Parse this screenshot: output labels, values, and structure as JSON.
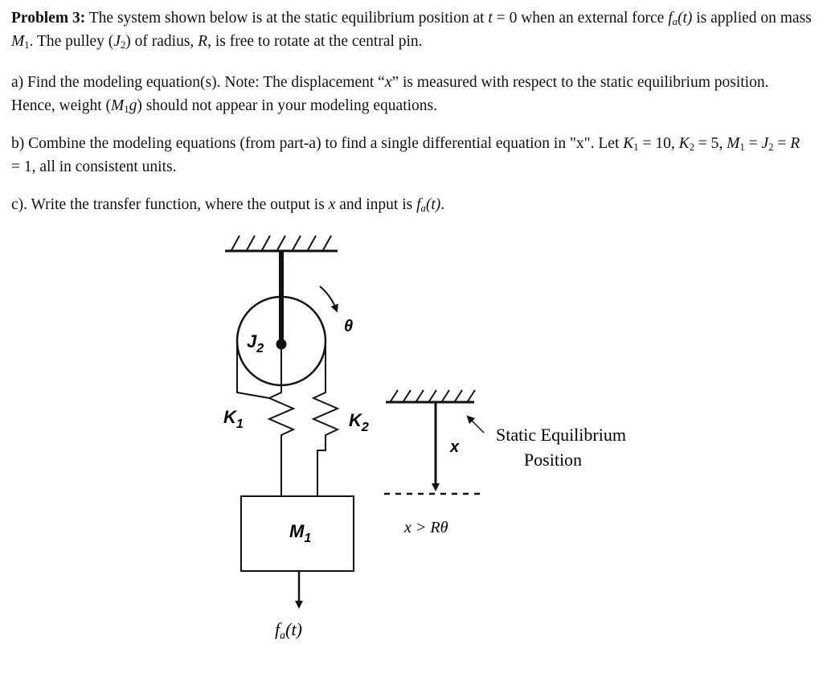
{
  "problem": {
    "title": "Problem 3:",
    "intro_1": " The system shown below is at the static equilibrium position at ",
    "t_var": "t",
    "intro_2": " = 0 when an external force ",
    "force_f": "f",
    "force_sub": "a",
    "force_arg": "(t)",
    "intro_3": " is applied on mass ",
    "mass_M": "M",
    "mass_sub": "1",
    "intro_4": ". The pulley (",
    "pulley_J": "J",
    "pulley_sub": "2",
    "intro_5": ") of radius, ",
    "radius_R": "R",
    "intro_6": ", is free to rotate at the central pin."
  },
  "part_a": {
    "text_1": "a) Find the modeling equation(s). Note: The displacement “",
    "x_var": "x",
    "text_2": "” is measured with respect to the static equilibrium position. Hence, weight (",
    "mass_M": "M",
    "mass_sub": "1",
    "g_var": "g",
    "text_3": ") should not appear in your modeling equations."
  },
  "part_b": {
    "text_1": "b) Combine the modeling equations (from part-a) to find a single differential equation in \"x\". Let ",
    "K1": "K",
    "K1_sub": "1",
    "text_2": " = 10, ",
    "K2": "K",
    "K2_sub": "2",
    "text_3": " = 5, ",
    "M1": "M",
    "M1_sub": "1",
    "text_4": " = ",
    "J2": "J",
    "J2_sub": "2",
    "text_5": " = ",
    "R": "R",
    "text_6": " = 1, all in consistent units."
  },
  "part_c": {
    "text_1": "c). Write the transfer function, where the output is ",
    "x_var": "x",
    "text_2": " and input is ",
    "force_f": "f",
    "force_sub": "a",
    "force_arg": "(t)",
    "text_3": "."
  },
  "diagram": {
    "pulley_label": "J",
    "pulley_label_sub": "2",
    "theta_label": "θ",
    "k1_label": "K",
    "k1_label_sub": "1",
    "k2_label": "K",
    "k2_label_sub": "2",
    "mass_label": "M",
    "mass_label_sub": "1",
    "x_label": "x",
    "x_condition": "x > Rθ",
    "force_label_f": "f",
    "force_label_sub": "a",
    "force_label_arg": "(t)",
    "static_eq_line1": "Static Equilibrium",
    "static_eq_line2": "Position"
  }
}
